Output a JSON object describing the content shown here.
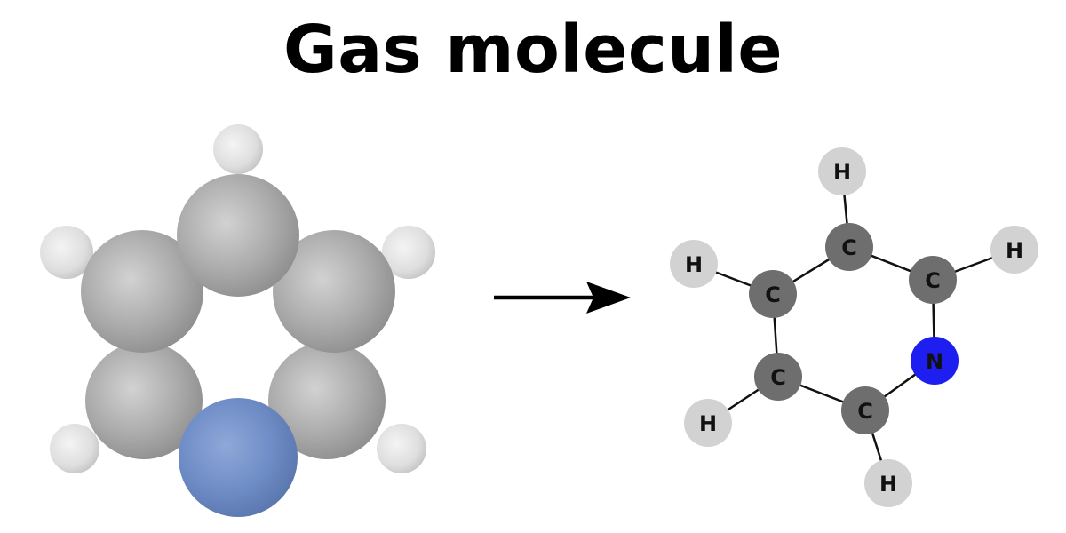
{
  "title": "Gas molecule",
  "left_model": {
    "style": "3d-space-filling",
    "colors": {
      "carbon": "#a9a9a9",
      "hydrogen": "#e6e6e6",
      "nitrogen": "#6e8cc6"
    }
  },
  "arrow_icon": "right-arrow",
  "right_model": {
    "style": "ball-and-stick",
    "colors": {
      "carbon": "#6e6e6e",
      "hydrogen": "#d2d2d2",
      "nitrogen": "#1e1ef0",
      "bond": "#111111"
    },
    "atoms": [
      {
        "id": "c1",
        "label": "C"
      },
      {
        "id": "c2",
        "label": "C"
      },
      {
        "id": "c3",
        "label": "C"
      },
      {
        "id": "c4",
        "label": "C"
      },
      {
        "id": "c5",
        "label": "C"
      },
      {
        "id": "n1",
        "label": "N"
      },
      {
        "id": "h1",
        "label": "H"
      },
      {
        "id": "h2",
        "label": "H"
      },
      {
        "id": "h3",
        "label": "H"
      },
      {
        "id": "h4",
        "label": "H"
      },
      {
        "id": "h5",
        "label": "H"
      }
    ]
  }
}
